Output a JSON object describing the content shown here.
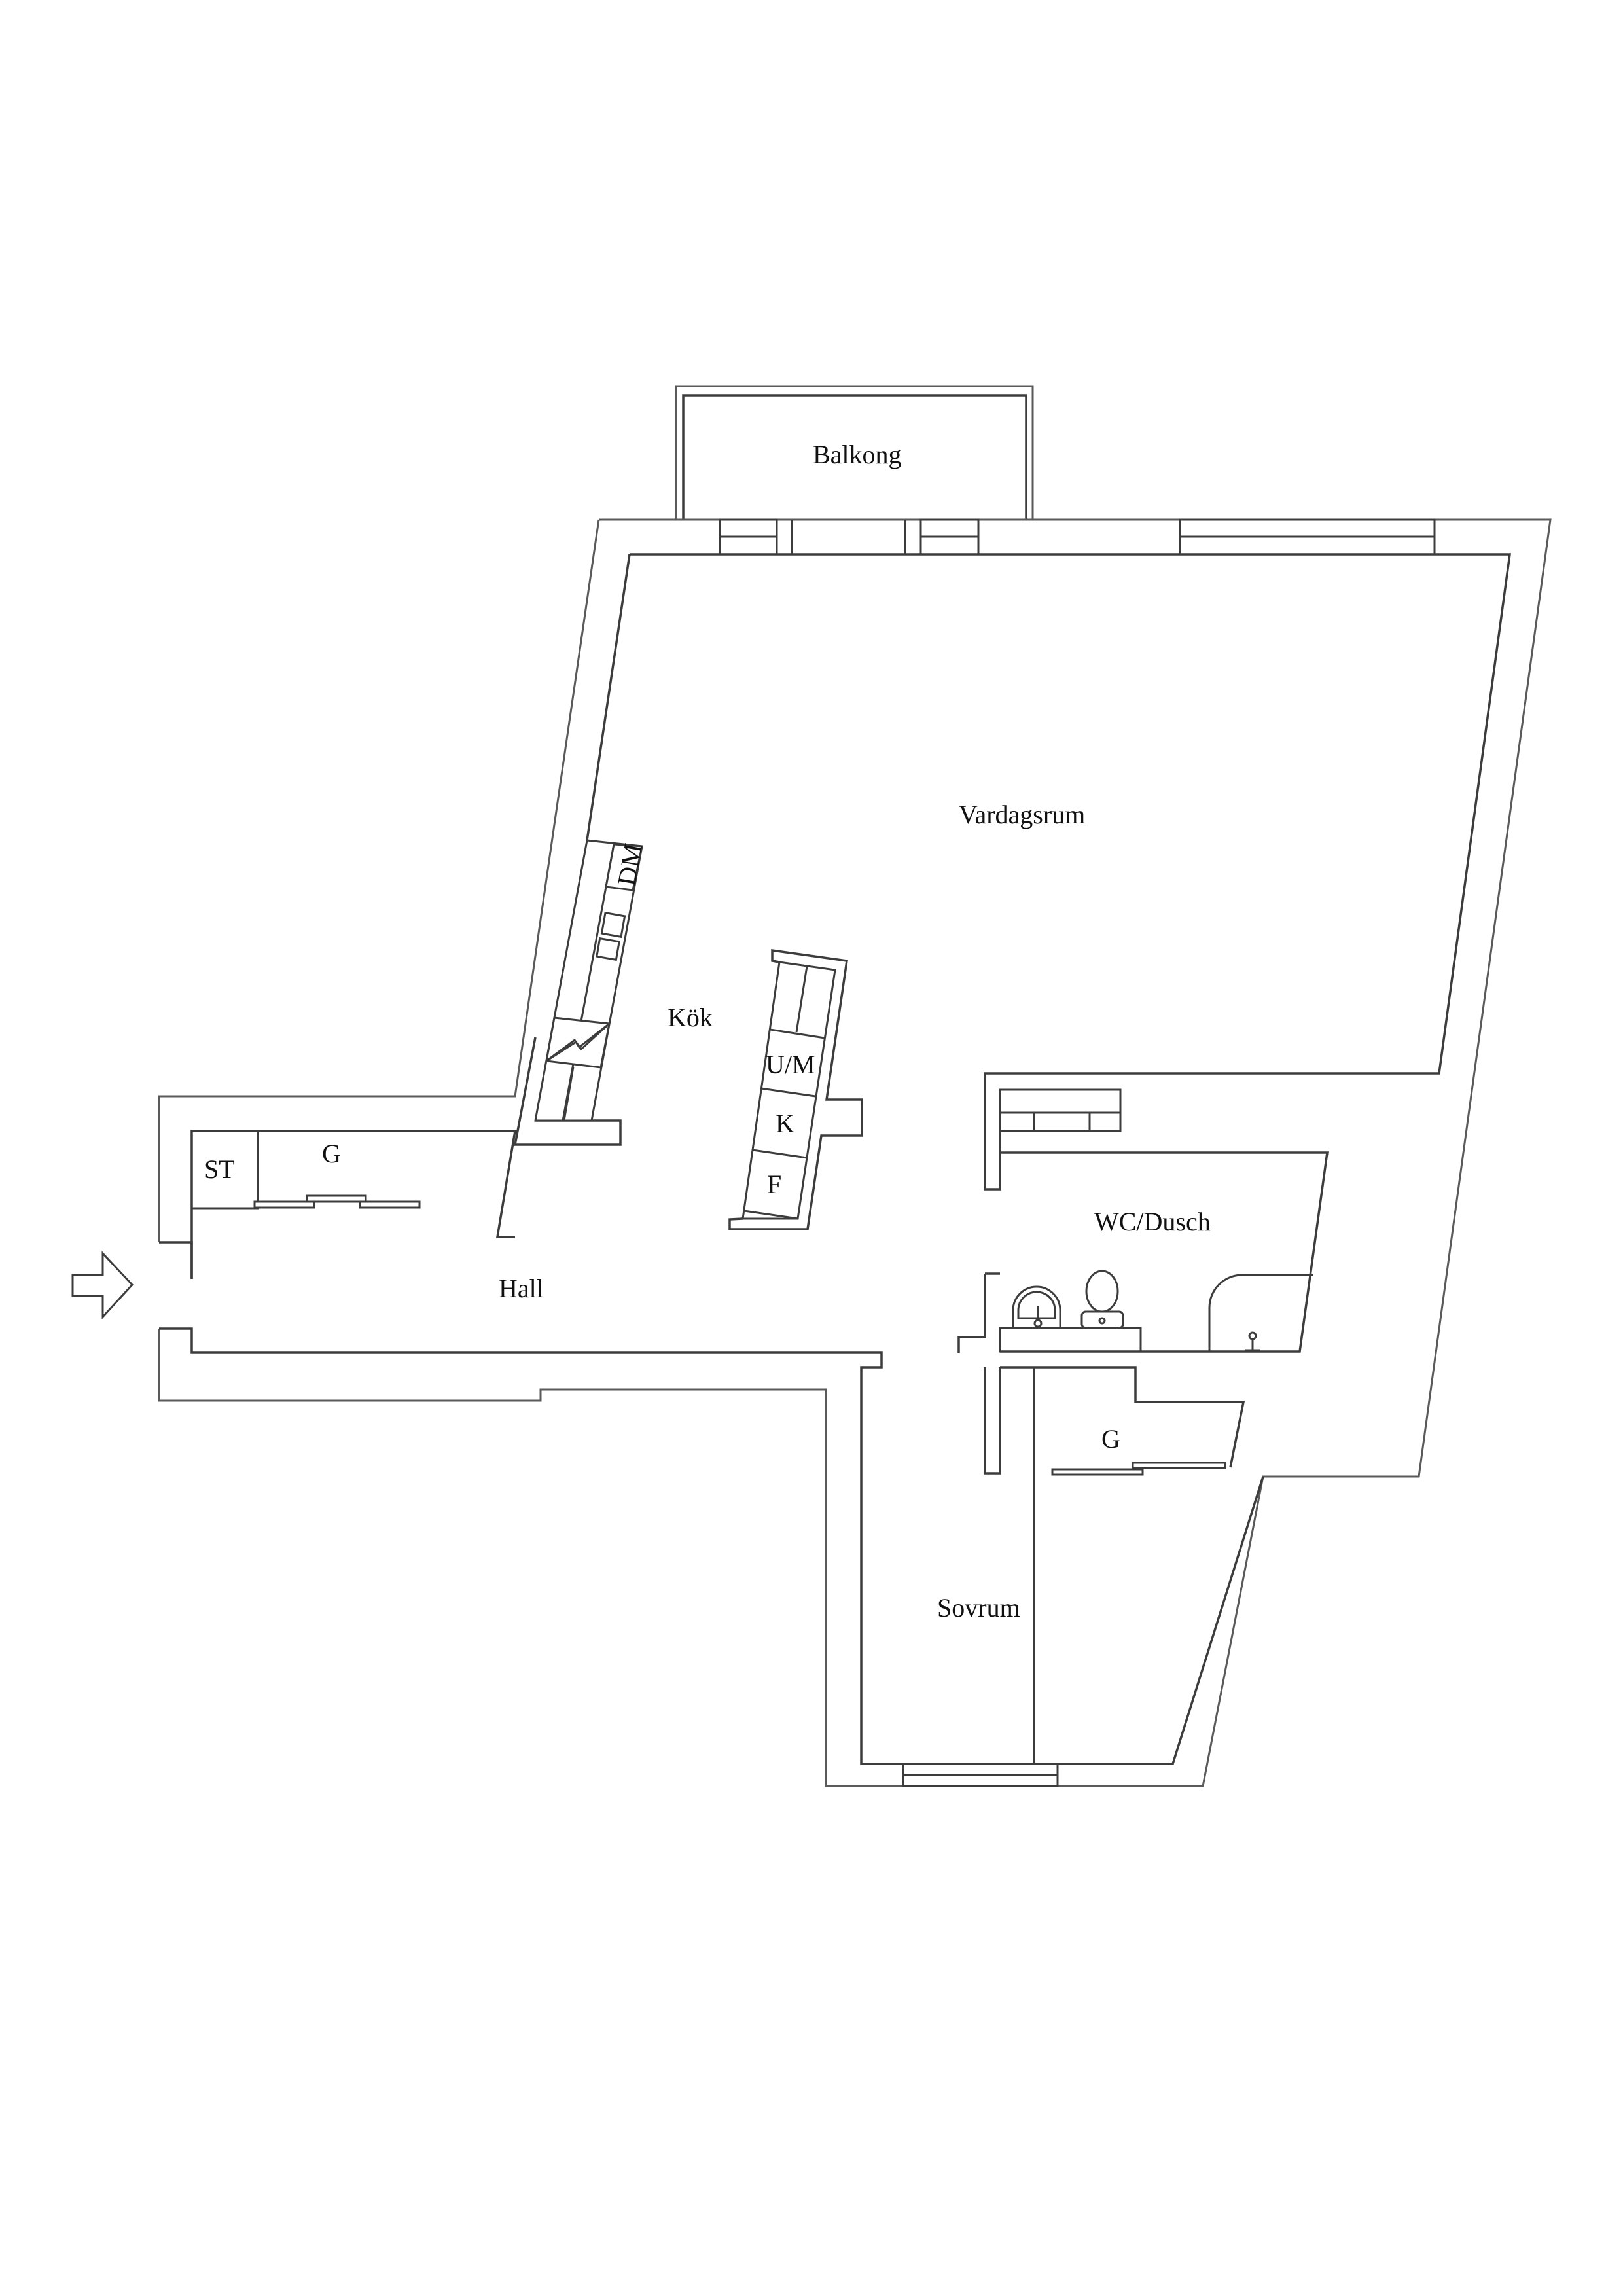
{
  "plan": {
    "line_color": "#3c3c3c",
    "background": "#ffffff",
    "entrance": {
      "icon": "entrance-arrow-icon"
    },
    "rooms": {
      "balkong": "Balkong",
      "vardagsrum": "Vardagsrum",
      "kok": "Kök",
      "hall": "Hall",
      "wc_dusch": "WC/Dusch",
      "sovrum": "Sovrum",
      "st": "ST",
      "g_hall": "G",
      "g_sovrum": "G"
    },
    "appliances": {
      "dm": "DM",
      "um": "U/M",
      "k": "K",
      "f": "F"
    },
    "fixtures": [
      "washbasin-icon",
      "toilet-icon",
      "shower-icon",
      "stove-icon"
    ]
  }
}
